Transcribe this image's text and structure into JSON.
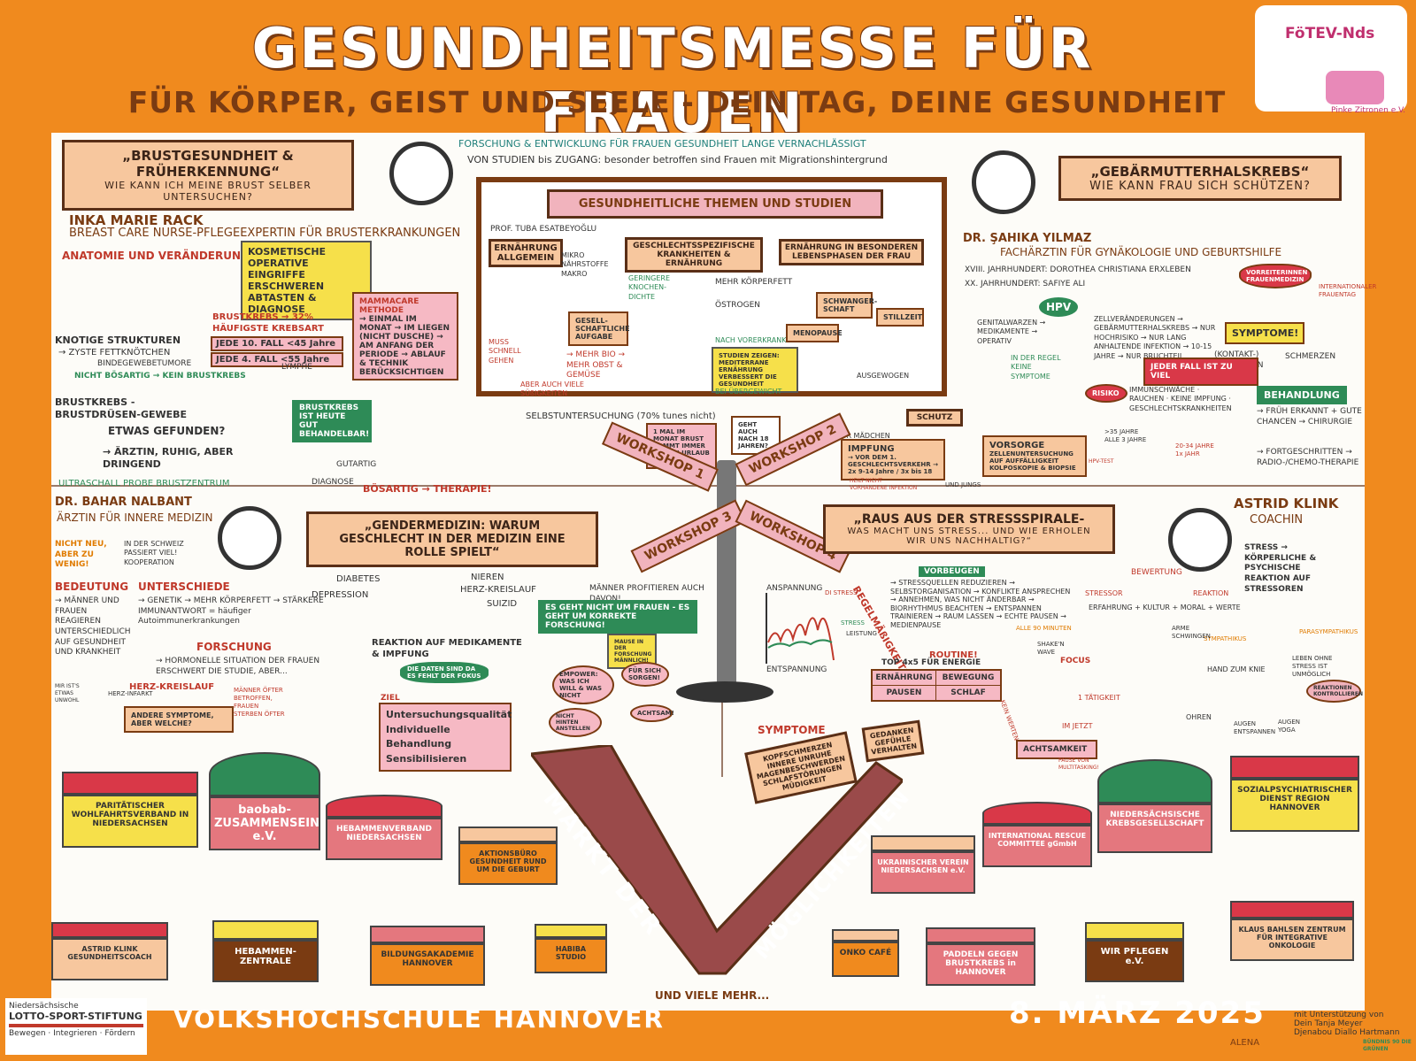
{
  "header": {
    "title": "GESUNDHEITSMESSE FÜR FRAUEN",
    "subtitle": "FÜR KÖRPER, GEIST UND SEELE - DEIN TAG, DEINE GESUNDHEIT"
  },
  "logos": {
    "foetev": "FöTEV-Nds",
    "pinke": "Pinke Zitronen e.V."
  },
  "top_center": {
    "line1": "FORSCHUNG & ENTWICKLUNG FÜR FRAUEN GESUNDHEIT LANGE VERNACHLÄSSIGT",
    "line2": "VON STUDIEN bis ZUGANG: besonder betroffen sind Frauen mit Migrationshintergrund",
    "panel_title": "GESUNDHEITLICHE THEMEN UND STUDIEN",
    "prof": "PROF. TUBA ESATBEYOĞLU",
    "ernaehrung": "ERNÄHRUNG ALLGEMEIN",
    "mikro": "MIKRO NÄHRSTOFFE MAKRO",
    "geschlecht": "GESCHLECHTSSPEZIFISCHE KRANKHEITEN & ERNÄHRUNG",
    "lebensphasen": "ERNÄHRUNG IN BESONDEREN LEBENSPHASEN DER FRAU",
    "knochen": "GERINGERE KNOCHEN-DICHTE",
    "koerperfett": "MEHR KÖRPERFETT",
    "oestrogen": "ÖSTROGEN",
    "gesell": "GESELL-SCHAFTLICHE AUFGABE",
    "schnell": "MUSS SCHNELL GEHEN",
    "bio": "→ MEHR BIO → MEHR OBST & GEMÜSE",
    "suess": "ABER AUCH VIELE SÜßIGKEITEN",
    "vorerkrankung": "NACH VORERKRANKUNGEN",
    "studien": "STUDIEN ZEIGEN: MEDITERRANE ERNÄHRUNG VERBESSERT DIE GESUNDHEIT",
    "uebergewicht": "BEI ÜBERGEWICHT",
    "schwanger": "SCHWANGER-SCHAFT",
    "stillzeit": "STILLZEIT",
    "menopause": "MENOPAUSE",
    "ausgewogen": "AUSGEWOGEN"
  },
  "brust": {
    "title": "„BRUSTGESUNDHEIT & FRÜHERKENNUNG“",
    "sub": "WIE KANN ICH MEINE BRUST SELBER UNTERSUCHEN?",
    "speaker": "INKA MARIE RACK",
    "role": "BREAST CARE NURSE-PFLEGEEXPERTIN FÜR BRUSTERKRANKUNGEN",
    "anatomie": "ANATOMIE UND VERÄNDERUNGEN",
    "kosmetisch": "KOSMETISCHE OPERATIVE EINGRIFFE ERSCHWEREN ABTASTEN & DIAGNOSE",
    "krebs": "BRUSTKREBS → 32% HÄUFIGSTE KREBSART",
    "jede10": "JEDE 10. FALL <45 Jahre",
    "jede4": "JEDE 4. FALL <55 Jahre",
    "knotige": "KNOTIGE STRUKTUREN",
    "zyste": "→ ZYSTE   FETTKNÖTCHEN",
    "binde": "BINDEGEWEBETUMORE",
    "nicht_boes": "NICHT BÖSARTIG → KEIN BRUSTKREBS",
    "lymphe": "LYMPHE",
    "mammacare": "MAMMACARE METHODE",
    "einmal": "→ EINMAL IM MONAT → IM LIEGEN (NICHT DUSCHE) → AM ANFANG DER PERIODE → ABLAUF & TECHNIK BERÜCKSICHTIGEN",
    "druesen": "BRUSTKREBS - BRUSTDRÜSEN-GEWEBE",
    "gefunden": "ETWAS GEFUNDEN?",
    "aerztin": "→ ÄRZTIN, RUHIG, ABER DRINGEND",
    "gut_behandelbar": "BRUSTKREBS IST HEUTE GUT BEHANDELBAR!",
    "ablauf": "ULTRASCHALL   PROBE   BRUSTZENTRUM",
    "gutartig": "GUTARTIG",
    "diagnose": "DIAGNOSE",
    "boesartig": "BÖSARTIG → THERAPIE!",
    "selbst": "SELBSTUNTERSUCHUNG (70% tunes nicht)",
    "monat": "1 MAL IM MONAT BRUST KOMMT IMMER ZU DEN URLAUB MIT!"
  },
  "cervix": {
    "title": "„GEBÄRMUTTERHALSKREBS“",
    "sub": "WIE KANN FRAU SICH SCHÜTZEN?",
    "speaker": "DR. ŞAHIKA YILMAZ",
    "role": "FACHÄRZTIN FÜR GYNÄKOLOGIE UND GEBURTSHILFE",
    "hist1": "XVIII. JAHRHUNDERT: DOROTHEA CHRISTIANA ERXLEBEN",
    "hist2": "XX. JAHRHUNDERT: SAFIYE ALI",
    "vorreiter": "VORREITERINNEN FRAUENMEDIZIN",
    "international": "INTERNATIONALER FRAUENTAG",
    "hpv": "HPV",
    "genital": "GENITALWARZEN → MEDIKAMENTE → OPERATIV",
    "zell": "ZELLVERÄNDERUNGEN → GEBÄRMUTTERHALSKREBS → NUR HOCHRISIKO → NUR LANG ANHALTENDE INFEKTION → 10-15 JAHRE → NUR BRUCHTEIL",
    "regel": "IN DER REGEL KEINE SYMPTOME",
    "symptome": "SYMPTOME!",
    "kontakt": "(KONTAKT-) BLUTUNGEN",
    "schmerzen": "SCHMERZEN",
    "jeder_fall": "JEDER FALL IST ZU VIEL",
    "risiko": "RISIKO",
    "risiko_list": "IMMUNSCHWÄCHE · RAUCHEN · KEINE IMPFUNG · GESCHLECHTSKRANKHEITEN",
    "behandlung": "BEHANDLUNG",
    "frueh": "→ FRÜH ERKANNT + GUTE CHANCEN → CHIRURGIE",
    "fortgeschritten": "→ FORTGESCHRITTEN → RADIO-/CHEMO-THERAPIE",
    "schutz": "SCHUTZ",
    "maedchen": "FÜR MÄDCHEN",
    "impfung": "IMPFUNG",
    "impf_detail": "→ VOR DEM 1. GESCHLECHTSVERKEHR → 2x 9-14 Jahre / 3x bis 18",
    "heilt": "HEILT NICHT VORHANDENE INFEKTION",
    "jungs": "UND JUNGS",
    "vorsorge": "VORSORGE",
    "vorsorge_detail": "ZELLENUNTERSUCHUNG AUF AUFFÄLLIGKEIT KOLPOSKOPIE & BIOPSIE",
    "age35": ">35 JAHRE ALLE 3 JAHRE",
    "age20": "20-34 JAHRE 1x JAHR",
    "hpv_test": "HPV-TEST",
    "ab18": "GEHT AUCH NACH 18 JAHREN?"
  },
  "workshops": {
    "w1": "WORKSHOP 1",
    "w2": "WORKSHOP 2",
    "w3": "WORKSHOP 3",
    "w4": "WORKSHOP 4"
  },
  "gender": {
    "title": "„GENDERMEDIZIN: WARUM GESCHLECHT IN DER MEDIZIN EINE ROLLE SPIELT“",
    "speaker": "DR. BAHAR NALBANT",
    "role": "ÄRZTIN FÜR INNERE MEDIZIN",
    "nicht_neu": "NICHT NEU, ABER ZU WENIG!",
    "schweiz": "IN DER SCHWEIZ PASSIERT VIEL! KOOPERATION",
    "bedeutung": "BEDEUTUNG",
    "bed_text": "→ MÄNNER UND FRAUEN REAGIEREN UNTERSCHIEDLICH AUF GESUNDHEIT UND KRANKHEIT",
    "unterschiede": "UNTERSCHIEDE",
    "unt_text": "→ GENETIK → MEHR KÖRPERFETT → STÄRKERE IMMUNANTWORT = häufiger Autoimmunerkrankungen",
    "forschung": "FORSCHUNG",
    "fors_text": "→ HORMONELLE SITUATION DER FRAUEN ERSCHWERT DIE STUDIE, ABER...",
    "diabetes": "DIABETES",
    "depression": "DEPRESSION",
    "nieren": "NIEREN",
    "herz": "HERZ-KREISLAUF",
    "suizid": "SUIZID",
    "maenner": "MÄNNER PROFITIEREN AUCH DAVON!",
    "geht_nicht": "ES GEHT NICHT UM FRAUEN - ES GEHT UM KORREKTE FORSCHUNG!",
    "mause": "MAUSE IN DER FORSCHUNG MÄNNLICH!",
    "reaktion": "REAKTION AUF MEDIKAMENTE & IMPFUNG",
    "daten": "DIE DATEN SIND DA ES FEHLT DER FOKUS",
    "herz_infarkt": "HERZ-KREISLAUF",
    "herz_infarkt2": "HERZ-INFARKT",
    "andere": "ANDERE SYMPTOME, ABER WELCHE?",
    "oefter": "MÄNNER ÖFTER BETROFFEN, FRAUEN STERBEN ÖFTER",
    "ziel": "ZIEL",
    "ziel1": "Untersuchungsqualität",
    "ziel2": "Individuelle Behandlung",
    "ziel3": "Sensibilisieren",
    "mir_ists": "MIR IST'S ETWAS UNWOHL",
    "empower": "EMPOWER: WAS ICH WILL & WAS NICHT",
    "sorgen": "FÜR SICH SORGEN!",
    "anstellen": "NICHT HINTEN ANSTELLEN",
    "achtsam": "ACHTSAM!"
  },
  "stress": {
    "title": "„RAUS AUS DER STRESSSPIRALE-",
    "sub": "WAS MACHT UNS STRESS... UND WIE ERHOLEN WIR UNS NACHHALTIG?“",
    "speaker": "ASTRID KLINK",
    "role": "COACHIN",
    "anspannung": "ANSPANNUNG",
    "entspannung": "ENTSPANNUNG",
    "distress": "DI STRESS",
    "eustress": "STRESS",
    "leistung": "LEISTUNG",
    "vorbeugen": "VORBEUGEN",
    "vb_text": "→ STRESSQUELLEN REDUZIEREN → SELBSTORGANISATION → KONFLIKTE ANSPRECHEN → ANNEHMEN, WAS NICHT ÄNDERBAR → BIORHYTHMUS BEACHTEN → ENTSPANNEN TRAINIEREN → RAUM LASSEN → ECHTE PAUSEN → MEDIENPAUSE",
    "alle90": "ALLE 90 MINUTEN",
    "routine": "ROUTINE!",
    "regelm": "REGELMÄßIGKEIT!",
    "top": "TOP 4x5 FÜR ENERGIE",
    "energy": [
      "ERNÄHRUNG",
      "BEWEGUNG",
      "PAUSEN",
      "SCHLAF"
    ],
    "bewertung": "BEWERTUNG",
    "stressor": "STRESSOR",
    "reaktion": "REAKTION",
    "erfahrung": "ERFAHRUNG + KULTUR + MORAL + WERTE",
    "koerper": "STRESS → KÖRPERLICHE & PSYCHISCHE REAKTION AUF STRESSOREN",
    "sympathikus": "SYMPATHIKUS",
    "parasympathikus": "PARASYMPATHIKUS",
    "arme": "ARME SCHWINGEN",
    "hand": "HAND ZUM KNIE",
    "ohren": "OHREN",
    "augen": "AUGEN ENTSPANNEN",
    "yoga": "AUGEN YOGA",
    "leben": "LEBEN OHNE STRESS IST UNMÖGLICH",
    "kontroll": "REAKTIONEN KONTROLLIEREN",
    "shake": "SHAKE'N WAVE",
    "focus": "FOCUS",
    "taetigkeit": "1 TÄTIGKEIT",
    "jetzt": "IM JETZT",
    "kein_werten": "KEIN WERTEN",
    "achtsamkeit": "ACHTSAMKEIT",
    "pause": "PAUSE VON MULTITASKING!",
    "symptome": "SYMPTOME",
    "symp_list": "KOPFSCHMERZEN INNERE UNRUHE MAGENBESCHWERDEN SCHLAFSTÖRUNGEN MÜDIGKEIT",
    "gedanken": "GEDANKEN GEFÜHLE VERHALTEN"
  },
  "market": {
    "title1": "MARKT DER",
    "title2": "MÖGLICHKEITEN",
    "more": "UND VIELE MEHR...",
    "stands": [
      "PARITÄTISCHER WOHLFAHRTSVERBAND IN NIEDERSACHSEN",
      "baobab-ZUSAMMENSEIN e.V.",
      "HEBAMMENVERBAND NIEDERSACHSEN",
      "AKTIONSBÜRO GESUNDHEIT RUND UM DIE GEBURT",
      "UKRAINISCHER VEREIN NIEDERSACHSEN e.V.",
      "INTERNATIONAL RESCUE COMMITTEE gGmbH",
      "NIEDERSÄCHSISCHE KREBSGESELLSCHAFT",
      "SOZIALPSYCHIATRISCHER DIENST REGION HANNOVER",
      "ASTRID KLINK GESUNDHEITSCOACH",
      "HEBAMMEN-ZENTRALE",
      "BILDUNGSAKADEMIE HANNOVER",
      "HABIBA STUDIO",
      "ONKO CAFÉ",
      "PADDELN GEGEN BRUSTKREBS in HANNOVER",
      "WIR PFLEGEN e.V.",
      "KLAUS BAHLSEN ZENTRUM FÜR INTEGRATIVE ONKOLOGIE"
    ]
  },
  "footer": {
    "sponsor1": "Niedersächsische",
    "sponsor2": "LOTTO-SPORT-STIFTUNG",
    "sponsor3": "Bewegen · Integrieren · Fördern",
    "venue": "VOLKSHOCHSCHULE HANNOVER",
    "date": "8. MÄRZ 2025",
    "artist": "ALENA",
    "support": "mit Unterstützung von Dein Tanja Meyer Djenabou Diallo Hartmann",
    "gruene": "BÜNDNIS 90 DIE GRÜNEN"
  },
  "colors": {
    "orange": "#f08a1e",
    "brown": "#7a3b12",
    "banner": "#f7c79e",
    "green": "#2e8b57",
    "red": "#c0392b"
  }
}
